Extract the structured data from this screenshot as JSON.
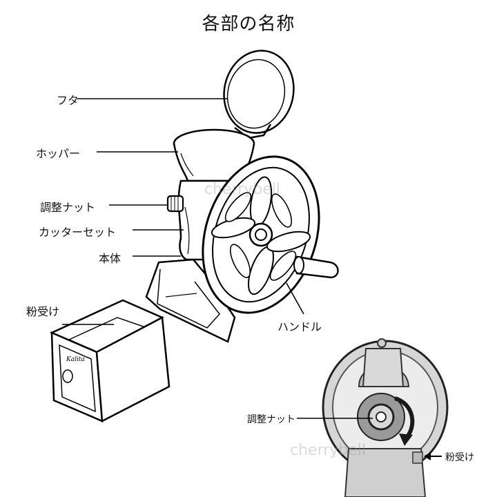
{
  "title": "各部の名称",
  "labels": {
    "lid": "フタ",
    "hopper": "ホッパー",
    "adjust_nut": "調整ナット",
    "cutter_set": "カッターセット",
    "body": "本体",
    "powder_tray": "粉受け",
    "handle": "ハンドル"
  },
  "inset": {
    "adjust_nut": "調整ナット",
    "powder_tray": "粉受け"
  },
  "watermark": "cherrybell",
  "colors": {
    "line": "#000000",
    "fill": "#ffffff",
    "shade": "#dcdcdc",
    "inset_dark": "#3a3a3a",
    "inset_mid": "#8a8a8a"
  }
}
